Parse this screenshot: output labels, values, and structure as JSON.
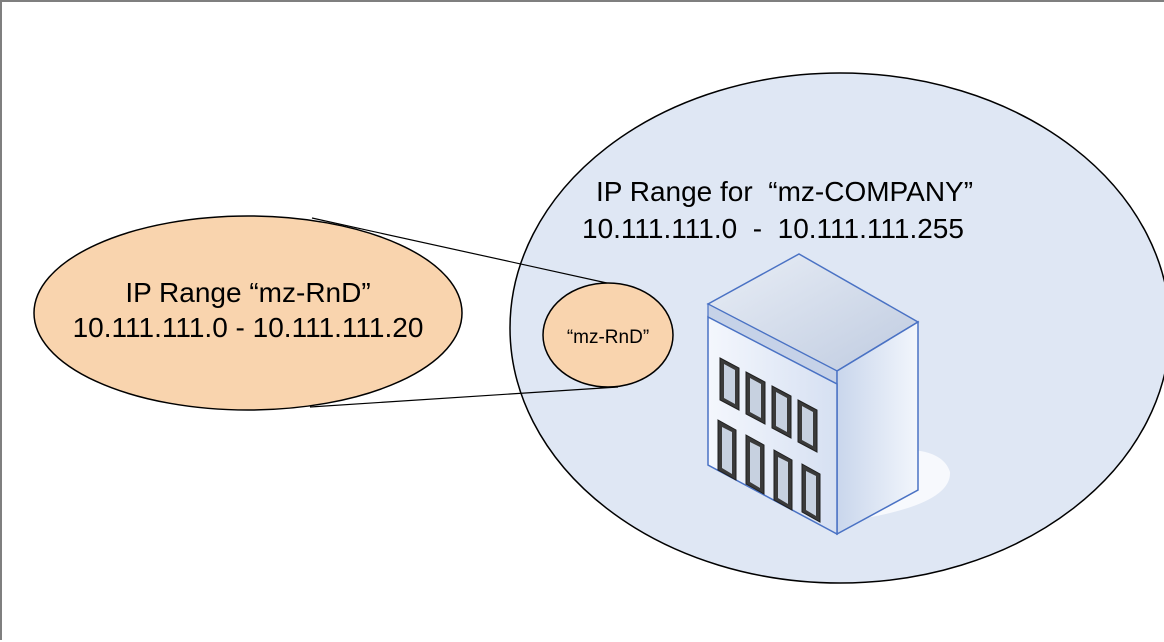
{
  "diagram": {
    "company_range": {
      "title": "IP Range for  “mz-COMPANY”",
      "range": "10.111.111.0  -  10.111.111.255",
      "fill": "#dfe7f4"
    },
    "rnd_callout": {
      "title": "IP Range “mz-RnD”",
      "range": "10.111.111.0 - 10.111.111.20",
      "fill": "#f9d4ae"
    },
    "rnd_subnet": {
      "label": "“mz-RnD”",
      "fill": "#f9d4ae"
    },
    "building": {
      "icon": "office-building-icon"
    }
  }
}
